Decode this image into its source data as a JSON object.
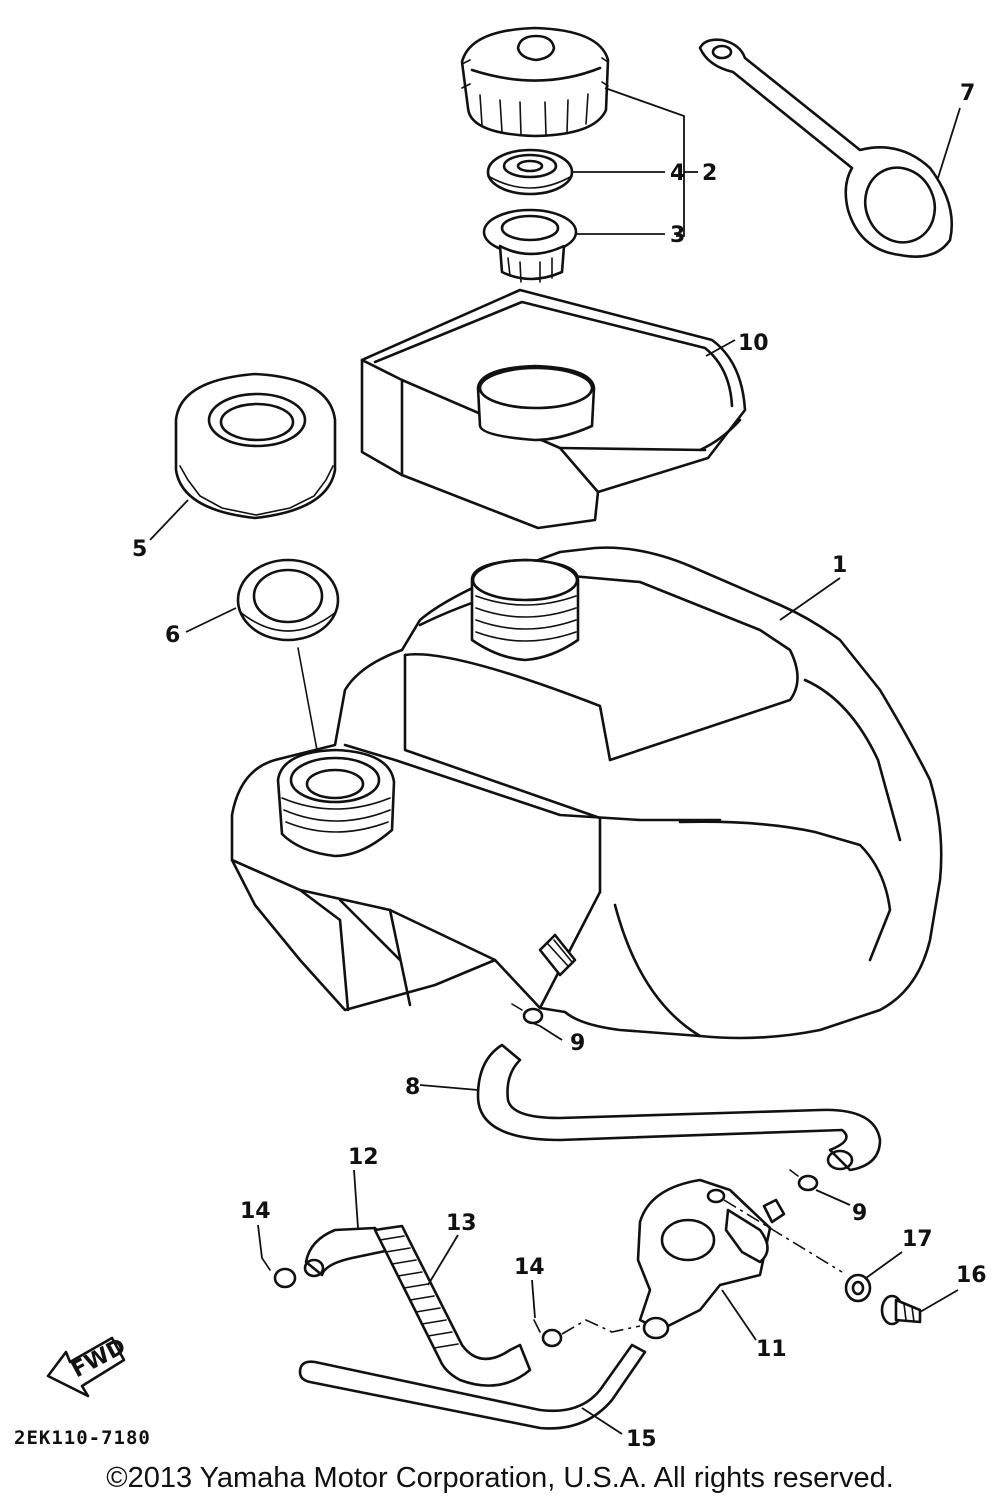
{
  "diagram": {
    "drawing_code": "2EK110-7180",
    "direction_arrow_label": "FWD",
    "callouts": [
      {
        "id": "1",
        "part": "fuel-tank"
      },
      {
        "id": "2",
        "part": "fuel-cap-assembly"
      },
      {
        "id": "3",
        "part": "cap-gasket-ring"
      },
      {
        "id": "4",
        "part": "cap-seal-plate"
      },
      {
        "id": "5",
        "part": "oil-tank-cap"
      },
      {
        "id": "6",
        "part": "cap-gasket"
      },
      {
        "id": "7",
        "part": "cap-strap"
      },
      {
        "id": "8",
        "part": "fuel-hose"
      },
      {
        "id": "9",
        "part": "hose-clip"
      },
      {
        "id": "10",
        "part": "tank-tray"
      },
      {
        "id": "11",
        "part": "fuel-cock"
      },
      {
        "id": "12",
        "part": "breather-hose"
      },
      {
        "id": "13",
        "part": "spring-protector"
      },
      {
        "id": "14",
        "part": "clip"
      },
      {
        "id": "15",
        "part": "drain-hose"
      },
      {
        "id": "16",
        "part": "screw"
      },
      {
        "id": "17",
        "part": "washer"
      }
    ]
  },
  "footer": {
    "copyright": "©2013 Yamaha Motor Corporation, U.S.A. All rights reserved."
  }
}
